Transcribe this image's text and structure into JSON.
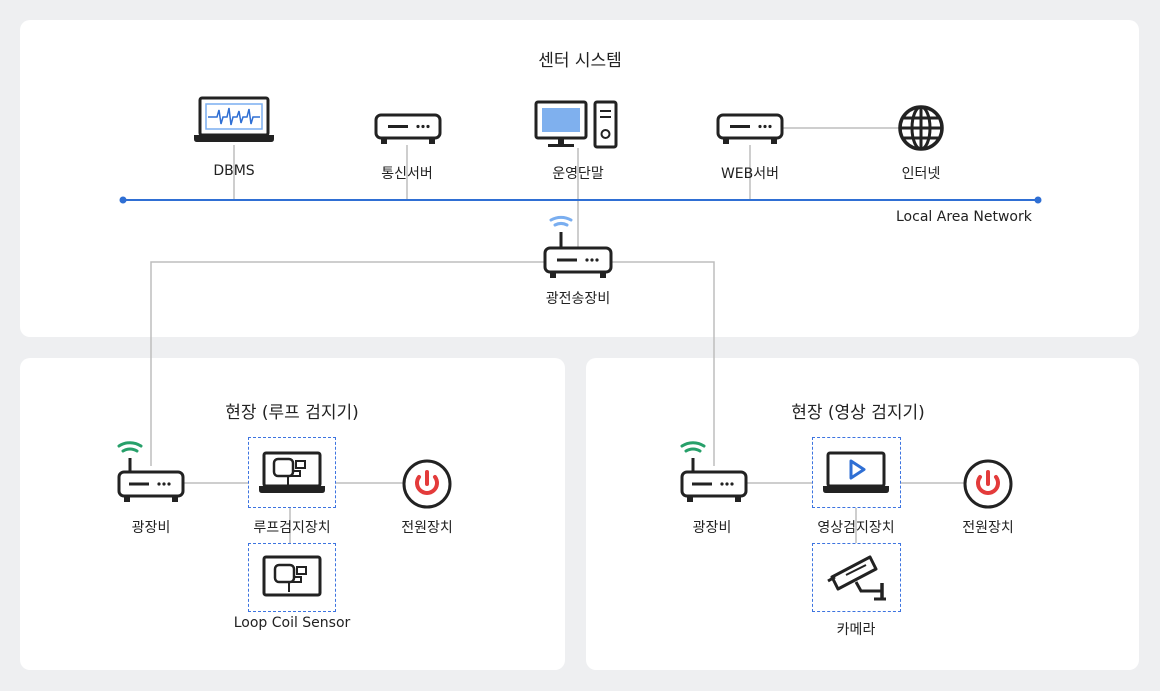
{
  "center": {
    "title": "센터 시스템",
    "devices": {
      "dbms": "DBMS",
      "comm_server": "통신서버",
      "operator_terminal": "운영단말",
      "web_server": "WEB서버",
      "internet": "인터넷"
    },
    "lan_label": "Local Area Network",
    "optical_transmitter": "광전송장비"
  },
  "site_loop": {
    "title": "현장 (루프 검지기)",
    "optical_terminal": "광장비",
    "loop_detector": "루프검지장치",
    "power": "전원장치",
    "loop_coil_sensor": "Loop Coil Sensor"
  },
  "site_video": {
    "title": "현장 (영상 검지기)",
    "optical_terminal": "광장비",
    "video_detector": "영상검지장치",
    "power": "전원장치",
    "camera": "카메라"
  },
  "colors": {
    "lan_line": "#2f6fd4",
    "wifi_blue": "#7aaef0",
    "wifi_green": "#27a06a",
    "power_red": "#e33b3b",
    "dash_box": "#3d74e0",
    "monitor_screen": "#7fb0ee",
    "connector": "#bdbdbd"
  },
  "icons": [
    "laptop-chart-icon",
    "server-icon",
    "desktop-pc-icon",
    "globe-icon",
    "router-icon",
    "wifi-icon",
    "loop-detector-icon",
    "power-icon",
    "video-detector-icon",
    "cctv-camera-icon"
  ]
}
